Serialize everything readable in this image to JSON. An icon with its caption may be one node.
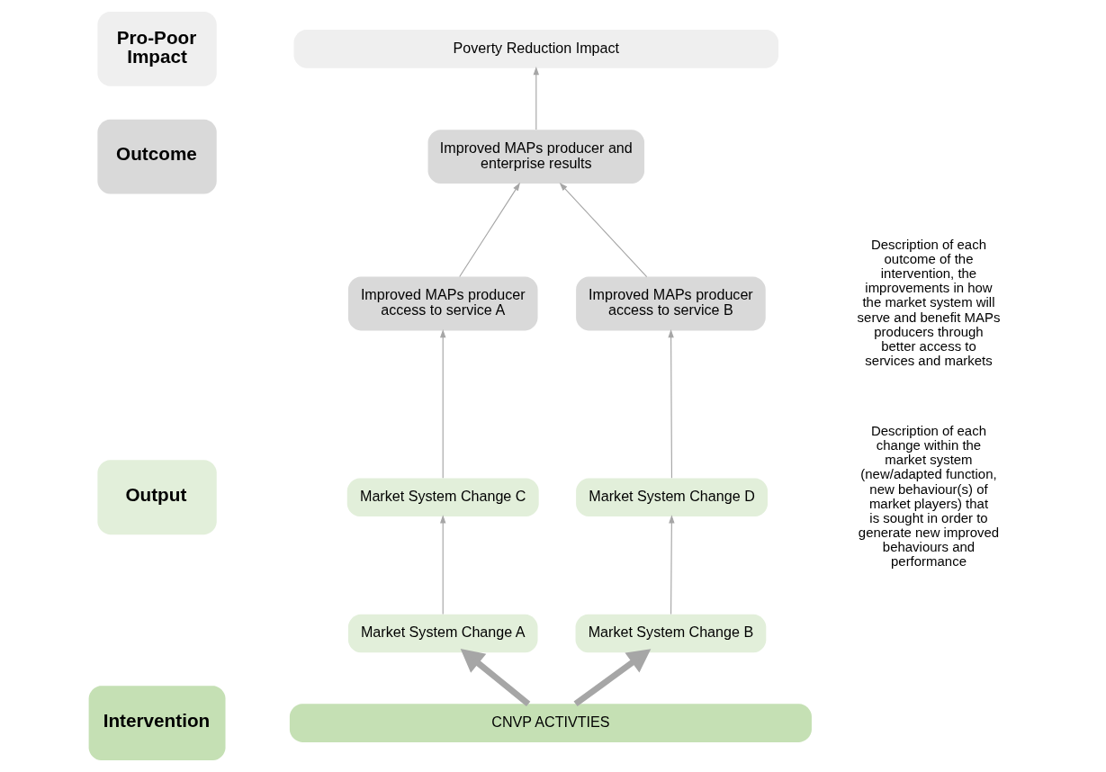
{
  "diagram": {
    "nodes": [
      {
        "text": [
          "Pro-Poor Impact"
        ]
      },
      {
        "text": [
          "Poverty Reduction Impact"
        ]
      },
      {
        "text": [
          "Outcome"
        ]
      },
      {
        "text": [
          "Improved MAPs producer and enterprise results"
        ]
      },
      {
        "text": [
          "Improved MAPs producer access to service A"
        ]
      },
      {
        "text": [
          "Improved MAPs producer access to service B"
        ]
      },
      {
        "text": [
          "Output"
        ]
      },
      {
        "text": [
          "Market System Change C"
        ]
      },
      {
        "text": [
          "Market System Change D"
        ]
      },
      {
        "text": [
          "Market System Change A"
        ]
      },
      {
        "text": [
          "Market System Change B"
        ]
      },
      {
        "text": [
          "Intervention"
        ]
      },
      {
        "text": [
          "CNVP ACTIVTIES"
        ]
      }
    ],
    "edges": [
      {
        "from": 3,
        "to": 1,
        "arrow": "to"
      },
      {
        "from": 4,
        "to": 3,
        "arrow": "to"
      },
      {
        "from": 5,
        "to": 3,
        "arrow": "to"
      },
      {
        "from": 7,
        "to": 4,
        "arrow": "to"
      },
      {
        "from": 8,
        "to": 5,
        "arrow": "to"
      },
      {
        "from": 9,
        "to": 7,
        "arrow": "to"
      },
      {
        "from": 10,
        "to": 8,
        "arrow": "to"
      },
      {
        "from": 12,
        "to": 9,
        "arrow": "to",
        "style": "thick"
      },
      {
        "from": 12,
        "to": 10,
        "arrow": "to",
        "style": "thick"
      }
    ],
    "labels": [
      "Description of each outcome of the intervention, the improvements in how the market system will serve and benefit MAPs producers through better access to services and markets",
      "Description of each change within the market system (new/adapted function, new behaviour(s) of market players) that is sought in order to generate new improved behaviours and performance"
    ]
  }
}
